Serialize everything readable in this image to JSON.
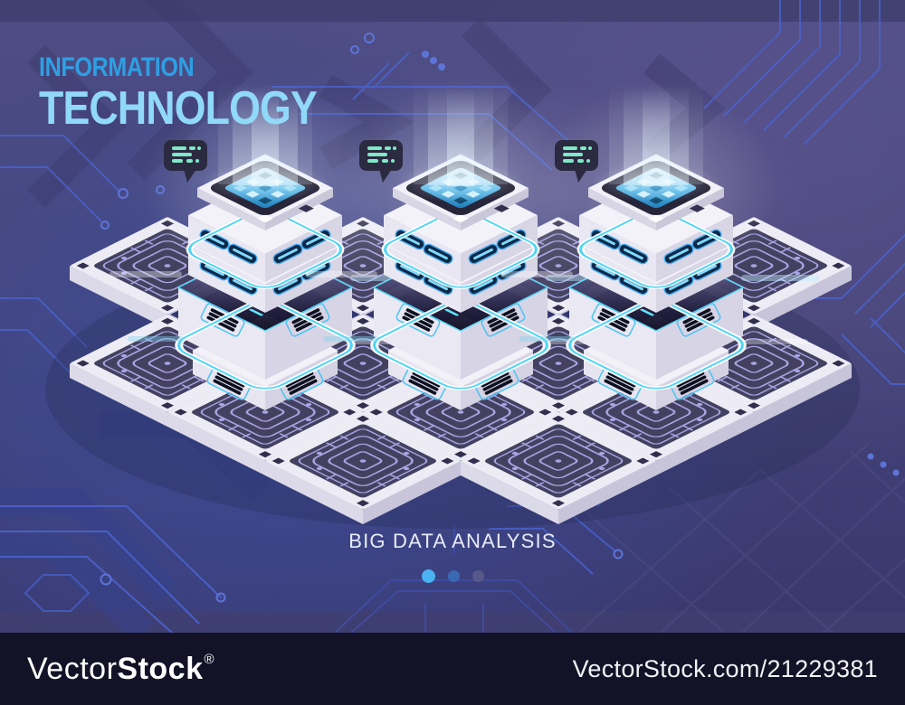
{
  "title": {
    "line1": "INFORMATION",
    "line2": "TECHNOLOGY",
    "line1_color": "#2f9fe3",
    "line2_color": "#90d9f9"
  },
  "caption": "BIG DATA ANALYSIS",
  "pagination": {
    "dots": [
      {
        "state": "active",
        "color": "#4ab2f0"
      },
      {
        "state": "inactive",
        "color": "#3a69b4"
      },
      {
        "state": "inactive",
        "color": "#57598b"
      }
    ]
  },
  "watermark_bar": {
    "brand_regular": "Vector",
    "brand_bold": "Stock",
    "registered_mark": "®",
    "attribution": "VectorStock.com/21229381",
    "background": "#131226"
  },
  "scene": {
    "description": "isometric big-data illustration",
    "server_stack_count": 3,
    "chat_bubble_count": 3,
    "circuit_tile_count": 13
  },
  "colors": {
    "background_top": "#4e4d85",
    "background_bottom": "#39386c",
    "circuit_line_blue": "#4a63cf",
    "tile_top": "#edecf5",
    "tile_inset": "#444160",
    "tile_trace": "#a7a4e2",
    "glow_cyan": "#4fd4f4",
    "bubble_fill": "#2b2a41",
    "bubble_text": "#7fe9c7",
    "screen_blue": "#57b8e8"
  }
}
